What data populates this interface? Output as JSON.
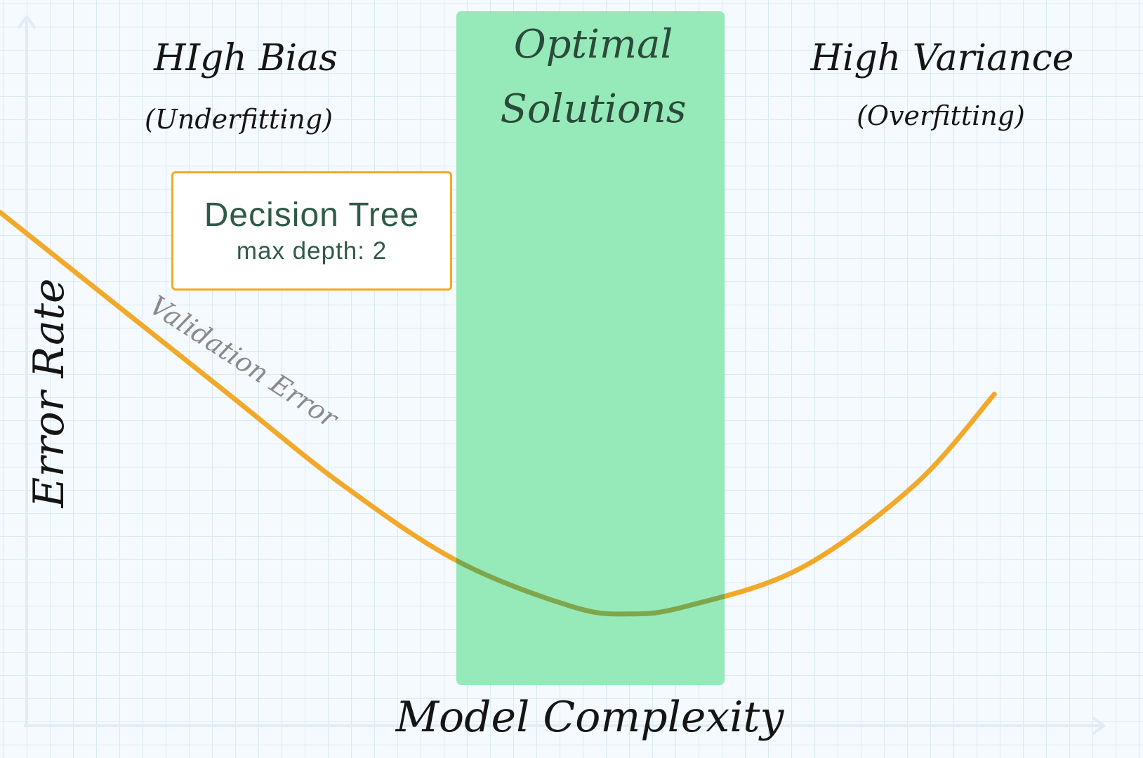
{
  "chart_data": {
    "type": "line",
    "title": "",
    "xlabel": "Model Complexity",
    "ylabel": "Error Rate",
    "ticks": "none",
    "grid": true,
    "series": [
      {
        "name": "Validation Error",
        "color": "#f2a92a",
        "description_points": "U-shaped curve: high error at low complexity, minimum in the optimal region, rising again at high complexity",
        "x": [
          0.0,
          0.1,
          0.2,
          0.3,
          0.4,
          0.5,
          0.55,
          0.6,
          0.7,
          0.8,
          0.87
        ],
        "y": [
          0.72,
          0.6,
          0.48,
          0.36,
          0.26,
          0.2,
          0.19,
          0.2,
          0.25,
          0.36,
          0.48
        ]
      }
    ],
    "regions": [
      {
        "label": "Optimal Solutions",
        "x_range": [
          0.4,
          0.635
        ],
        "color": "#8ee8b4"
      }
    ]
  },
  "annotations": {
    "high_bias_title": "HIgh Bias",
    "high_bias_sub": "(Underfitting)",
    "optimal_line1": "Optimal",
    "optimal_line2": "Solutions",
    "high_variance_title": "High Variance",
    "high_variance_sub": "(Overfitting)",
    "curve_label": "Validation Error"
  },
  "callout": {
    "title": "Decision Tree",
    "subtitle": "max depth: 2",
    "border_color": "#f2a92a",
    "text_color": "#2f5a47"
  },
  "colors": {
    "curve": "#f2a92a",
    "optimal_region": "#8ee8b4",
    "axis": "#e0ecf7",
    "background": "#f4faff"
  }
}
